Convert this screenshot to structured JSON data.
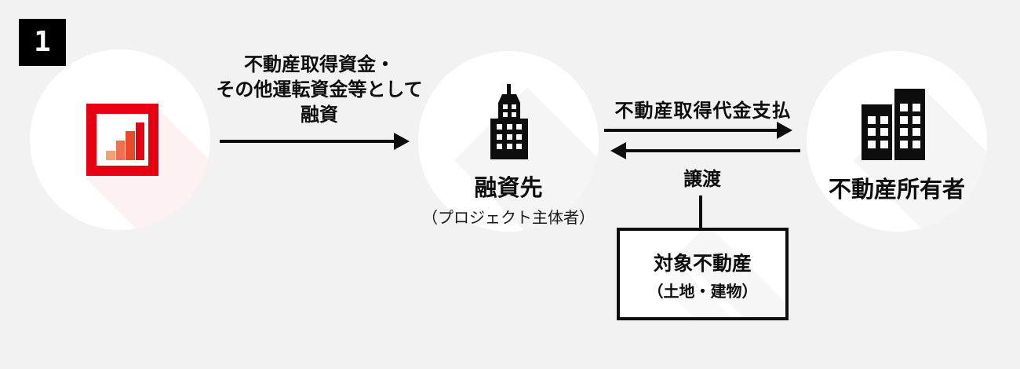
{
  "colors": {
    "background": "#f2f2f2",
    "ink": "#0d0d0d",
    "node_fill": "#ffffff",
    "accent_red": "#e60012"
  },
  "badge": {
    "number": "1"
  },
  "logo": {
    "icon": "red-frame-bar-chart-logo",
    "frame_color": "#e60012",
    "inner_color": "#ffffff",
    "bar_colors": [
      "#f2a176",
      "#ec7150",
      "#e74a2d",
      "#e60012"
    ]
  },
  "nodes": {
    "lender": {
      "icon": "bar-chart-logo"
    },
    "borrower": {
      "icon": "office-building",
      "label": "融資先",
      "sublabel": "（プロジェクト主体者）"
    },
    "owner": {
      "icon": "two-office-buildings",
      "label": "不動産所有者"
    }
  },
  "flows": {
    "loan": {
      "direction": "right",
      "line1": "不動産取得資金・",
      "line2": "その他運転資金等として",
      "line3": "融資"
    },
    "payment": {
      "direction": "right",
      "label": "不動産取得代金支払"
    },
    "transfer": {
      "direction": "left",
      "label": "譲渡"
    }
  },
  "asset_box": {
    "title": "対象不動産",
    "subtitle": "（土地・建物）"
  }
}
